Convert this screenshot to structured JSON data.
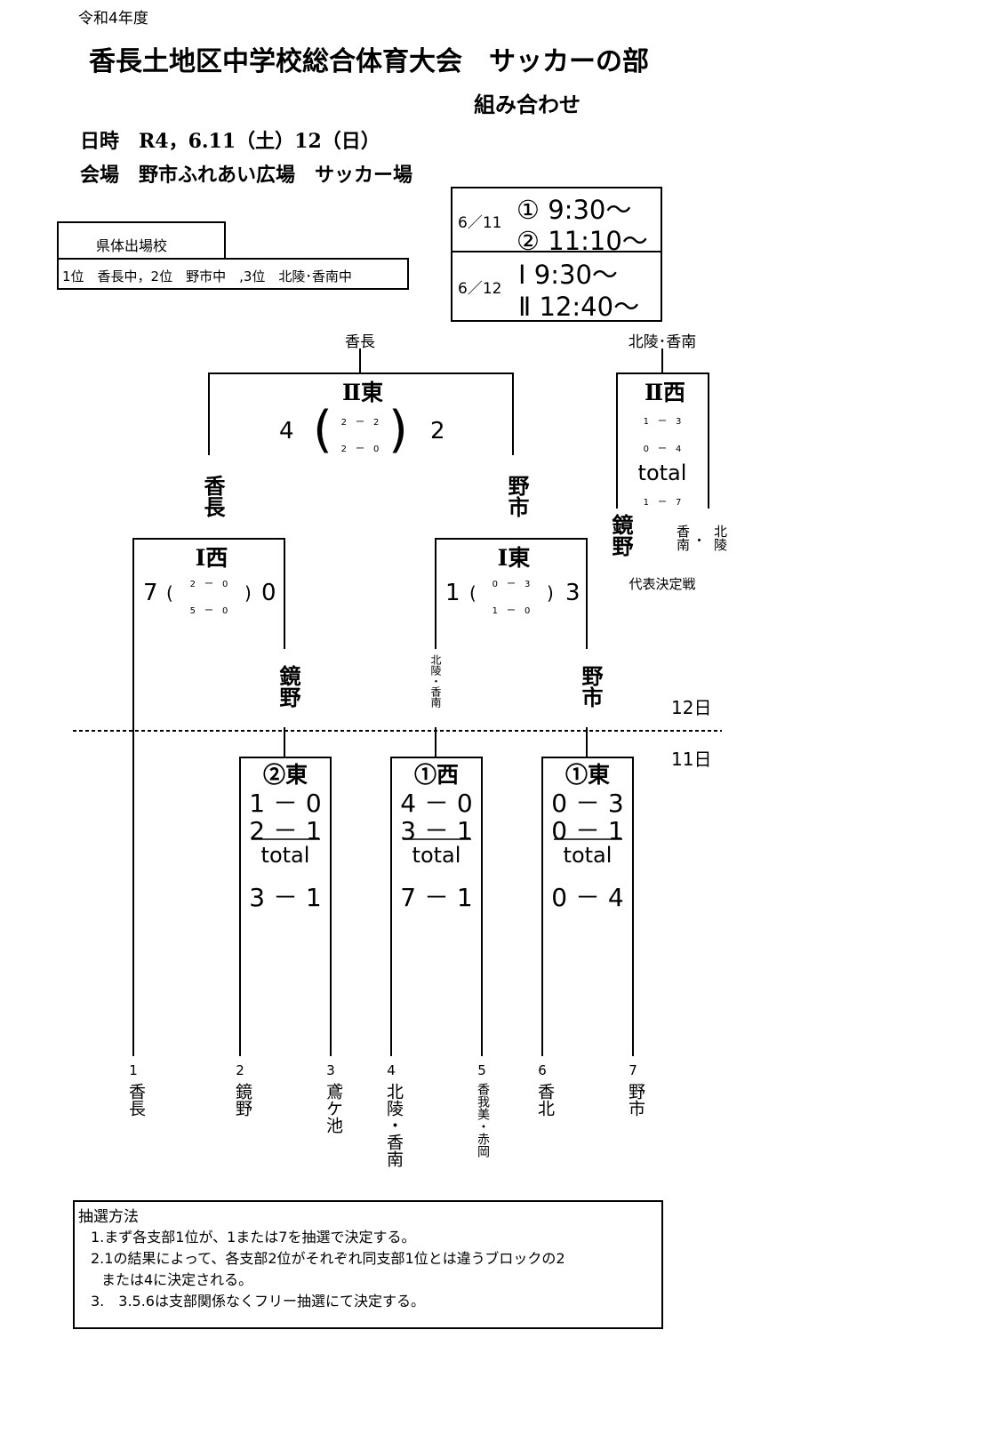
{
  "header": {
    "year_label": "令和4年度",
    "title": "香長土地区中学校総合体育大会　サッカーの部",
    "subtitle": "組み合わせ",
    "date_line": "日時　R4，6.11（土）12（日）",
    "venue_line": "会場　野市ふれあい広場　サッカー場"
  },
  "schedule": {
    "day1_label": "6／11",
    "day1_slot1": "① 9:30～",
    "day1_slot2": "② 11:10～",
    "day2_label": "6／12",
    "day2_slot1": "Ⅰ 9:30～",
    "day2_slot2": "Ⅱ 12:40～"
  },
  "prefectural": {
    "header": "県体出場校",
    "body": "1位　香長中，2位　野市中　,3位　北陵･香南中"
  },
  "final": {
    "winner": "香長",
    "label": "Ⅱ東",
    "left_score": "4",
    "right_score": "2",
    "half1": "2　ー　2",
    "half2": "2　ー　0",
    "left_team": "香長",
    "right_team": "野市"
  },
  "playoff": {
    "winner": "北陵･香南",
    "label": "Ⅱ西",
    "half1": "1　ー　3",
    "half2": "0　ー　4",
    "total_label": "total",
    "total": "1　ー　7",
    "left_team": "鏡野",
    "right_team_a": "香南",
    "dot": "・",
    "right_team_b": "北陵",
    "caption": "代表決定戦"
  },
  "semi_left": {
    "label": "Ⅰ西",
    "left_score": "7",
    "right_score": "0",
    "half1": "2　ー　0",
    "half2": "5　ー　0",
    "right_team": "鏡野"
  },
  "semi_right": {
    "label": "Ⅰ東",
    "left_score": "1",
    "right_score": "3",
    "half1": "0　ー　3",
    "half2": "1　ー　0",
    "left_team": "北陵・香南",
    "right_team": "野市"
  },
  "day_labels": {
    "day12": "12日",
    "day11": "11日"
  },
  "round1": [
    {
      "label": "②東",
      "half1": "1 － 0",
      "half2": "2 － 1",
      "total_label": "total",
      "total": "3 － 1"
    },
    {
      "label": "①西",
      "half1": "4 － 0",
      "half2": "3 － 1",
      "total_label": "total",
      "total": "7 － 1"
    },
    {
      "label": "①東",
      "half1": "0 － 3",
      "half2": "0 － 1",
      "total_label": "total",
      "total": "0 － 4"
    }
  ],
  "teams": [
    {
      "seed": "1",
      "name": "香長"
    },
    {
      "seed": "2",
      "name": "鏡野"
    },
    {
      "seed": "3",
      "name": "鳶ケ池"
    },
    {
      "seed": "4",
      "name": "北陵・香南"
    },
    {
      "seed": "5",
      "name": "香我美・赤岡"
    },
    {
      "seed": "6",
      "name": "香北"
    },
    {
      "seed": "7",
      "name": "野市"
    }
  ],
  "lottery": {
    "title": "抽選方法",
    "rule1": "1.まず各支部1位が、1または7を抽選で決定する。",
    "rule2a": "2.1の結果によって、各支部2位がそれぞれ同支部1位とは違うブロックの2",
    "rule2b": "または4に決定される。",
    "rule3": "3.　3.5.6は支部関係なくフリー抽選にて決定する。"
  }
}
